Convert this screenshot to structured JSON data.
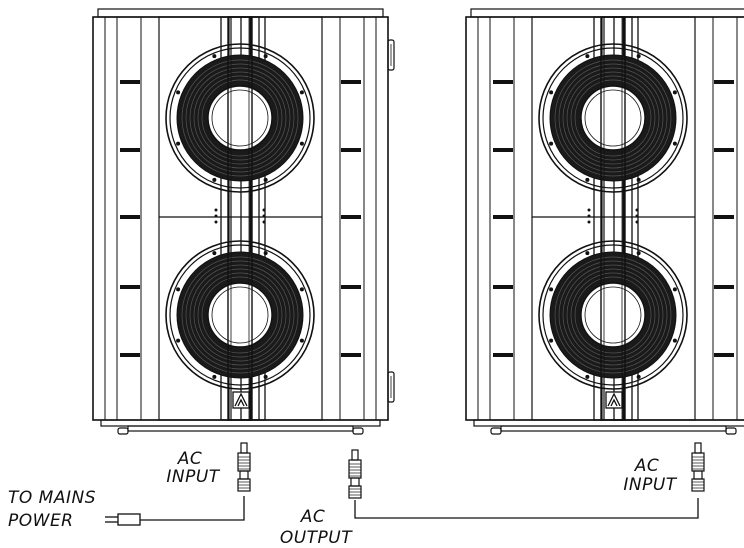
{
  "labels": {
    "ac_input_left": [
      "AC",
      "INPUT"
    ],
    "to_mains_power": [
      "TO MAINS",
      "POWER"
    ],
    "ac_output": [
      "AC",
      "OUTPUT"
    ],
    "ac_input_right": [
      "AC",
      "INPUT"
    ]
  },
  "colors": {
    "line": "#111111",
    "cone_dark": "#1a1a1a",
    "paper": "#ffffff"
  }
}
